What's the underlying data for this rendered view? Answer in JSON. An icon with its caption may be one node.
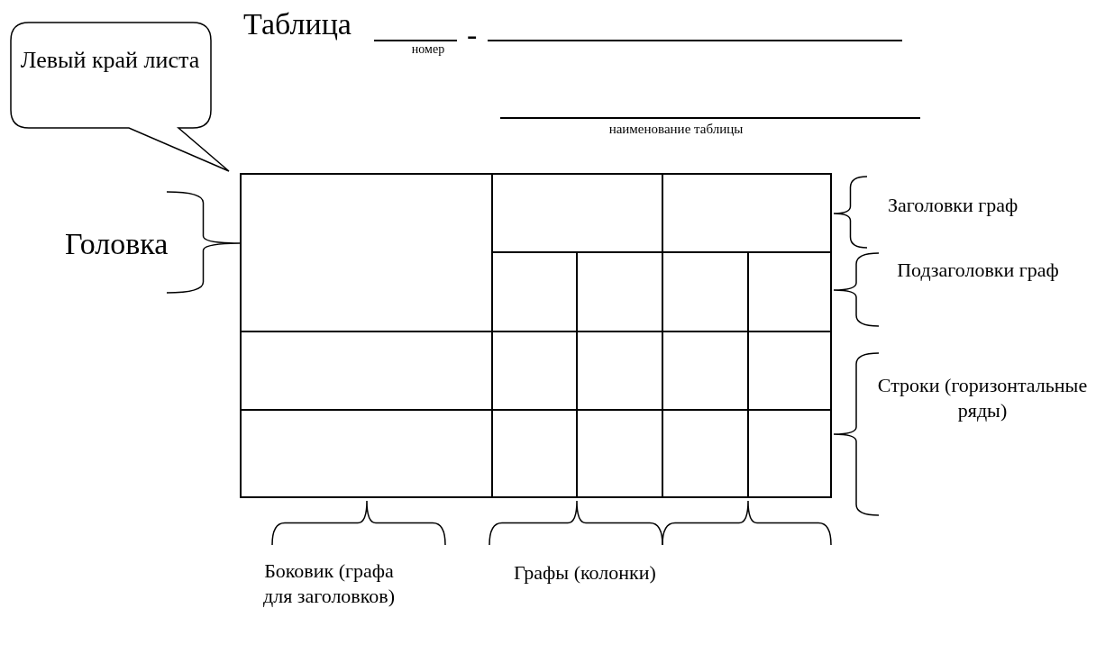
{
  "diagram": {
    "title": "Таблица",
    "nodes": [
      {
        "text": [
          "Левый край листа"
        ]
      }
    ],
    "labels": [
      "-",
      "номер",
      "наименование таблицы",
      "Головка",
      "Заголовки граф",
      "Подзаголовки граф",
      "Строки (горизонтальные ряды)",
      "Боковик (графа для заголовков)",
      "Графы (колонки)"
    ]
  }
}
